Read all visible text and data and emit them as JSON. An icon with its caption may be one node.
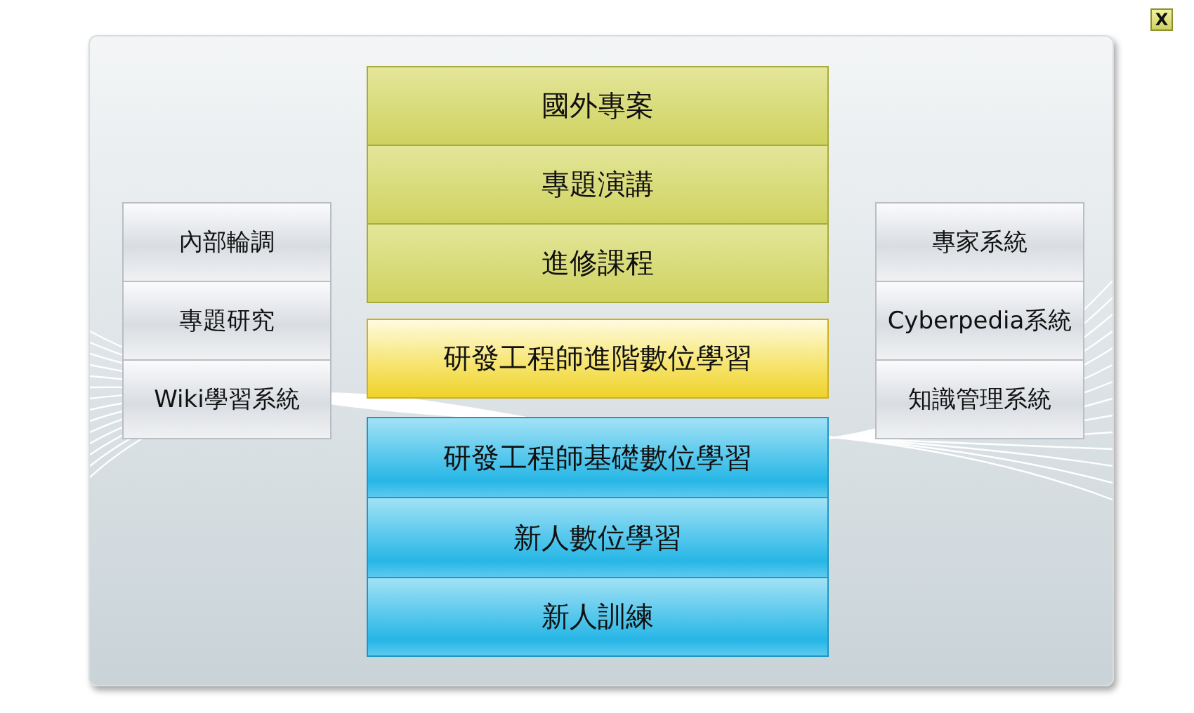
{
  "diagram": {
    "nodes": [
      {
        "text": [
          "國外專案"
        ]
      },
      {
        "text": [
          "專題演講"
        ]
      },
      {
        "text": [
          "進修課程"
        ]
      },
      {
        "text": [
          "研發工程師進階數位學習"
        ]
      },
      {
        "text": [
          "研發工程師基礎數位學習"
        ]
      },
      {
        "text": [
          "新人數位學習"
        ]
      },
      {
        "text": [
          "新人訓練"
        ]
      },
      {
        "text": [
          "內部輪調"
        ]
      },
      {
        "text": [
          "專題研究"
        ]
      },
      {
        "text": [
          "Wiki學習系統"
        ]
      },
      {
        "text": [
          "專家系統"
        ]
      },
      {
        "text": [
          "Cyberpedia系統"
        ]
      },
      {
        "text": [
          "知識管理系統"
        ]
      }
    ],
    "labels": [
      "X"
    ]
  }
}
